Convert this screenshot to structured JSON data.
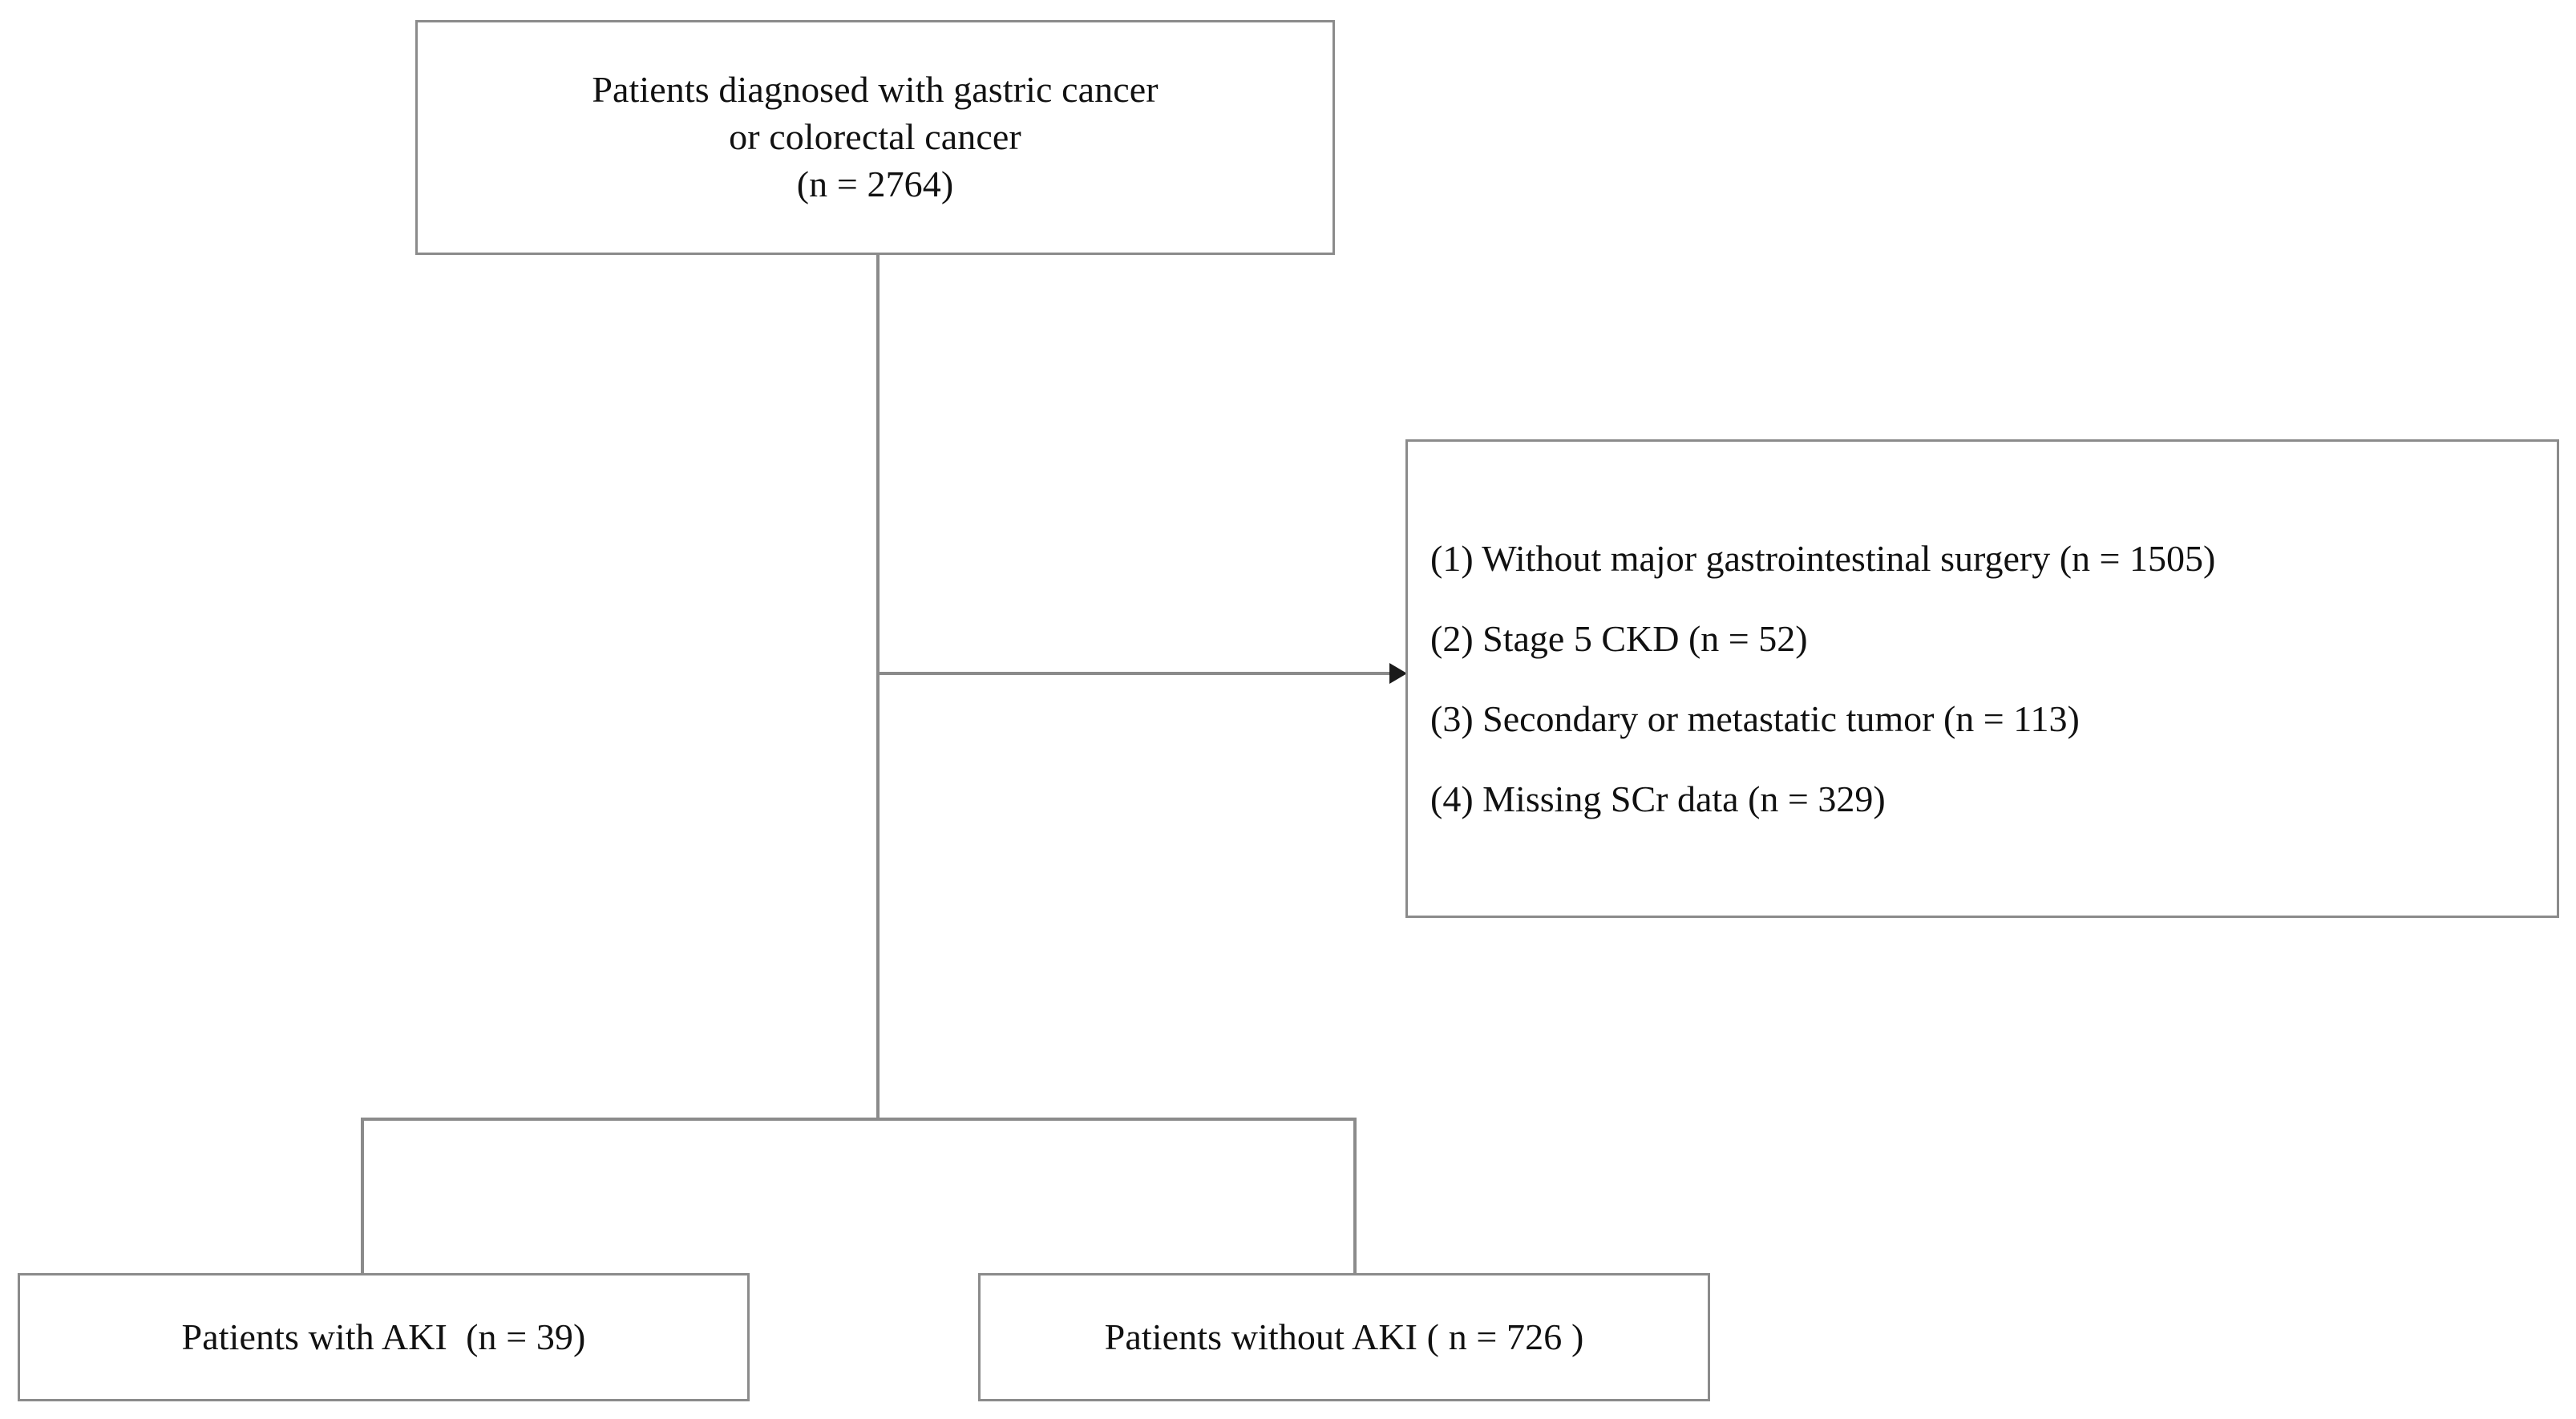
{
  "figure": {
    "type": "patient-flow-diagram",
    "line_color": "#8b8b8b",
    "arrow_color": "#1a1a1a",
    "text_color": "#111111",
    "background": "#ffffff"
  },
  "enrollment_box": {
    "line1": "Patients diagnosed with gastric cancer",
    "line2": "or colorectal cancer",
    "line3": "(n = 2764)",
    "n": 2764
  },
  "exclusion_box": {
    "items": [
      {
        "label": "(1) Without major gastrointestinal surgery (n = 1505)",
        "index": 1,
        "reason": "Without major gastrointestinal surgery",
        "n": 1505
      },
      {
        "label": "(2) Stage 5 CKD (n = 52)",
        "index": 2,
        "reason": "Stage 5 CKD",
        "n": 52
      },
      {
        "label": "(3) Secondary or metastatic tumor (n = 113)",
        "index": 3,
        "reason": "Secondary or metastatic tumor",
        "n": 113
      },
      {
        "label": "(4) Missing SCr data (n = 329)",
        "index": 4,
        "reason": "Missing SCr data",
        "n": 329
      }
    ]
  },
  "outcome_boxes": {
    "with_aki": {
      "label": "Patients with AKI  (n = 39)",
      "n": 39
    },
    "without_aki": {
      "label": "Patients without AKI ( n = 726 )",
      "n": 726
    }
  }
}
